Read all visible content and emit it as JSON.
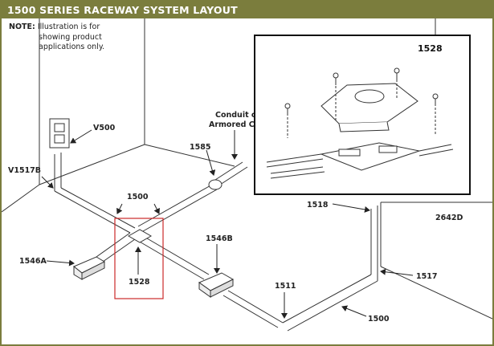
{
  "header": {
    "title": "1500 SERIES RACEWAY SYSTEM LAYOUT"
  },
  "note": {
    "label": "NOTE:",
    "line1": "Illustration is for",
    "line2": "showing product",
    "line3": "applications only."
  },
  "callouts": {
    "v500": "V500",
    "v1517b": "V1517B",
    "conduit_1": "Conduit o",
    "conduit_2": "Armored Ca",
    "c1585": "1585",
    "c1500_top": "1500",
    "c1546a": "1546A",
    "c1528": "1528",
    "c1546b": "1546B",
    "c1511": "1511",
    "c1500_bottom": "1500",
    "c1518": "1518",
    "c1517": "1517",
    "c2642d": "2642D"
  },
  "inset": {
    "title": "1528"
  },
  "colors": {
    "header_bg": "#7b7d3d",
    "highlight": "#cc2a2a",
    "line": "#333333"
  }
}
